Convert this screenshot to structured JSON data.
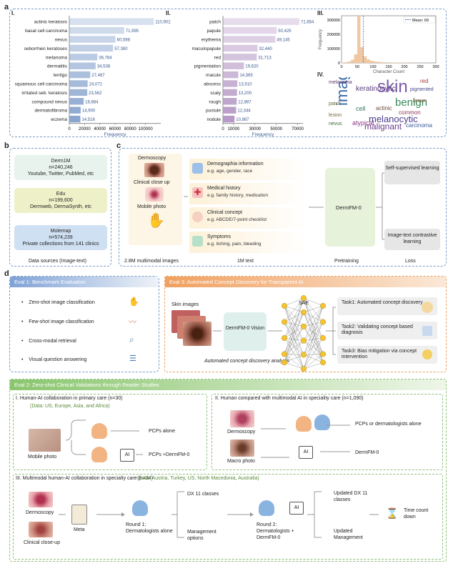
{
  "panel_labels": {
    "a": "a",
    "b": "b",
    "c": "c",
    "d": "d"
  },
  "sub_labels": {
    "i": "I.",
    "ii": "II.",
    "iii": "III.",
    "iv": "IV."
  },
  "chart_data": [
    {
      "type": "bar",
      "orientation": "horizontal",
      "categories": [
        "actinic keratosis",
        "basal cell carcinoma",
        "nevus",
        "seborrheic keratoses",
        "melanoma",
        "dermatitis",
        "lentigo",
        "squamous cell carcinoma",
        "irritated seb. keratosis",
        "compound nevus",
        "dermatofibroma",
        "eczema"
      ],
      "values": [
        110902,
        71995,
        60598,
        57380,
        36784,
        34538,
        27467,
        24072,
        23562,
        18884,
        14900,
        14516
      ],
      "value_labels": [
        "110,902",
        "71,995",
        "60,598",
        "57,380",
        "36,784",
        "34,538",
        "27,467",
        "24,072",
        "23,562",
        "18,884",
        "14,900",
        "14,516"
      ],
      "xlabel": "Frequency",
      "xticks": [
        "0",
        "20000",
        "40000",
        "60000",
        "80000",
        "100000"
      ],
      "xlim": [
        0,
        120000
      ]
    },
    {
      "type": "bar",
      "orientation": "horizontal",
      "categories": [
        "patch",
        "papule",
        "erythema",
        "maculopapule",
        "red",
        "pigmentation",
        "macule",
        "abscess",
        "scaly",
        "rough",
        "pustule",
        "nodule"
      ],
      "values": [
        71654,
        50425,
        49145,
        32440,
        31713,
        19620,
        14365,
        13510,
        13200,
        12887,
        12344,
        10887
      ],
      "value_labels": [
        "71,654",
        "50,425",
        "49,145",
        "32,440",
        "31,713",
        "19,620",
        "14,365",
        "13,510",
        "13,200",
        "12,887",
        "12,344",
        "10,887"
      ],
      "xlabel": "Frequency",
      "xticks": [
        "0",
        "10000",
        "30000",
        "50000",
        "70000"
      ],
      "xlim": [
        0,
        75000
      ]
    },
    {
      "type": "bar",
      "subtype": "histogram",
      "xlabel": "Character Count",
      "ylabel": "Frequency",
      "xticks": [
        "0",
        "50",
        "100",
        "150",
        "200",
        "250",
        "300"
      ],
      "yticks": [
        "0",
        "100000",
        "200000",
        "300000"
      ],
      "xlim": [
        0,
        300
      ],
      "ylim": [
        0,
        330000
      ],
      "bins_x": [
        10,
        20,
        30,
        40,
        50,
        60,
        70,
        80,
        90,
        100,
        110,
        120,
        130,
        140,
        150,
        160,
        170,
        180,
        190,
        200,
        210,
        220,
        230,
        240,
        250,
        260,
        270,
        280,
        290
      ],
      "values": [
        2000,
        5000,
        10000,
        22000,
        60000,
        330000,
        110000,
        45000,
        25000,
        15000,
        10000,
        8000,
        6000,
        5000,
        4000,
        3000,
        3000,
        2500,
        2000,
        2000,
        1500,
        1500,
        1000,
        1000,
        1000,
        800,
        800,
        600,
        500
      ],
      "legend": "Mean: 69",
      "mean": 69,
      "legend_position": "top-right"
    }
  ],
  "wordcloud": {
    "words": [
      {
        "w": "skin",
        "c": "#7a5aa8"
      },
      {
        "w": "image",
        "c": "#3a6aa8"
      },
      {
        "w": "benign",
        "c": "#3a8a5a"
      },
      {
        "w": "melanocytic",
        "c": "#4a3a8a"
      },
      {
        "w": "malignant",
        "c": "#6a3a8a"
      },
      {
        "w": "keratinocytic",
        "c": "#5a3a7a"
      },
      {
        "w": "actinic",
        "c": "#6a4a3a"
      },
      {
        "w": "common",
        "c": "#8a3a5a"
      },
      {
        "w": "cell",
        "c": "#3a7a6a"
      },
      {
        "w": "atypical",
        "c": "#8a3a8a"
      },
      {
        "w": "carcinoma",
        "c": "#3a5a9a"
      },
      {
        "w": "melanoma",
        "c": "#5a3a6a"
      },
      {
        "w": "lesion",
        "c": "#7a6a3a"
      },
      {
        "w": "nevus",
        "c": "#3a6a3a"
      },
      {
        "w": "red",
        "c": "#a83a3a"
      },
      {
        "w": "pigmented",
        "c": "#4a4a8a"
      },
      {
        "w": "patch",
        "c": "#6a6a3a"
      },
      {
        "w": "brown",
        "c": "#7a4a2a"
      }
    ]
  },
  "data_sources": {
    "items": [
      {
        "title": "Derm1M",
        "n": "n=240,246",
        "desc": "Youtube, Twitter, PubMed, etc"
      },
      {
        "title": "Edu",
        "n": "n=199,600",
        "desc": "Dermweb, DermaSynth, etc"
      },
      {
        "title": "Molemap",
        "n": "n=574,239",
        "desc": "Private collections from 141 clinics"
      }
    ],
    "caption": "Data sources (Image-text)"
  },
  "pipeline": {
    "modalities": [
      "Dermoscopy",
      "Clinical close up",
      "Mobile photo"
    ],
    "images_caption": "2.8M multimodal images",
    "text_items": [
      {
        "title": "Demographia information",
        "sub": "e.g. age, gender, race"
      },
      {
        "title": "Medical history",
        "sub": "e.g. family history, medication"
      },
      {
        "title": "Clinical concept",
        "sub": "e.g. ABCDE/7-point checklist"
      },
      {
        "title": "Symptoms",
        "sub": "e.g. itching, pain, bleeding"
      }
    ],
    "text_caption": "1M text",
    "model": "DermFM-0",
    "pretraining_caption": "Pretraining",
    "losses": [
      "Self-supervised learning",
      "Image-text contrastive learning"
    ],
    "loss_caption": "Loss"
  },
  "eval1": {
    "title": "Eval 1: Benchmark Evaluation",
    "items": [
      "Zero-shot image classification",
      "Few-shot image classification",
      "Cross-modal retrieval",
      "Visual question answering"
    ]
  },
  "eval3": {
    "title": "Eval 3: Automated Concept Discovery for Transparent AI",
    "skin_images": "Skin images",
    "vision": "DermFM-0 Vision",
    "sae": "SAE",
    "caption": "Automated concept discovery analysis",
    "tasks": [
      "Task1: Automated concept discovery",
      "Task2: Validating concept based diagnosis",
      "Task3: Bias mitigation via concept intervention"
    ]
  },
  "eval2": {
    "title": "Eval 2: Zero-shot Clinical Validations through Reader Studies",
    "s1": {
      "title": "I. Human-AI collaboration in primary care (n=30)",
      "data": "(Data: US, Europe, Asia, and Africa)",
      "photo": "Mobile photo",
      "alone": "PCPs alone",
      "with": "PCPs +DermFM-0"
    },
    "s2": {
      "title": "II. Human compared with multimodal AI in speciality care (n=1,090)",
      "dermoscopy": "Dermoscopy",
      "macro": "Macro photo",
      "alone": "PCPs or dermatologists alone",
      "model": "DermFM-0"
    },
    "s3": {
      "title": "III. Multimodal human-AI collaboration in specialty care (n=34)",
      "data": "(Data: Austria, Turkey, US, North Macedonia, Australia)",
      "dermoscopy": "Dermoscopy",
      "closeup": "Clinical close-up",
      "meta": "Meta",
      "round1": "Round 1: Dermatologists alone",
      "dx": "DX 11 classes",
      "mgmt": "Management options",
      "round2": "Round 2: Dermatologists + DermFM-0",
      "udx": "Updated DX 11 classes",
      "umgmt": "Updated Management",
      "time": "Time count down"
    }
  },
  "colors": {
    "bar1": "#8aa6cf",
    "bar2": "#b79ac6",
    "hist": "#f0c7a0",
    "mean": "#4a6aa8",
    "blue_dash": "#7a9cc8",
    "green_dash": "#8cc07a",
    "orange_dash": "#e8a060"
  }
}
